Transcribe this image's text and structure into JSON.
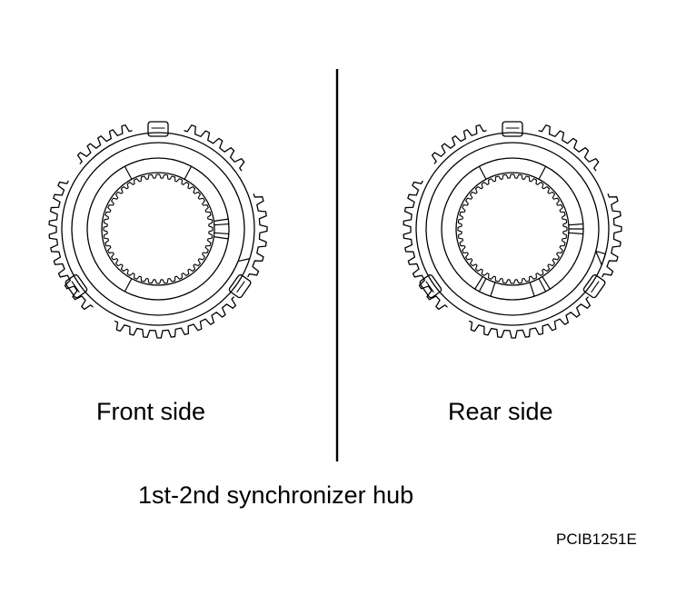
{
  "labels": {
    "front": "Front side",
    "rear": "Rear side",
    "title": "1st-2nd synchronizer hub",
    "code": "PCIB1251E"
  },
  "colors": {
    "line": "#000000",
    "background": "#ffffff"
  }
}
